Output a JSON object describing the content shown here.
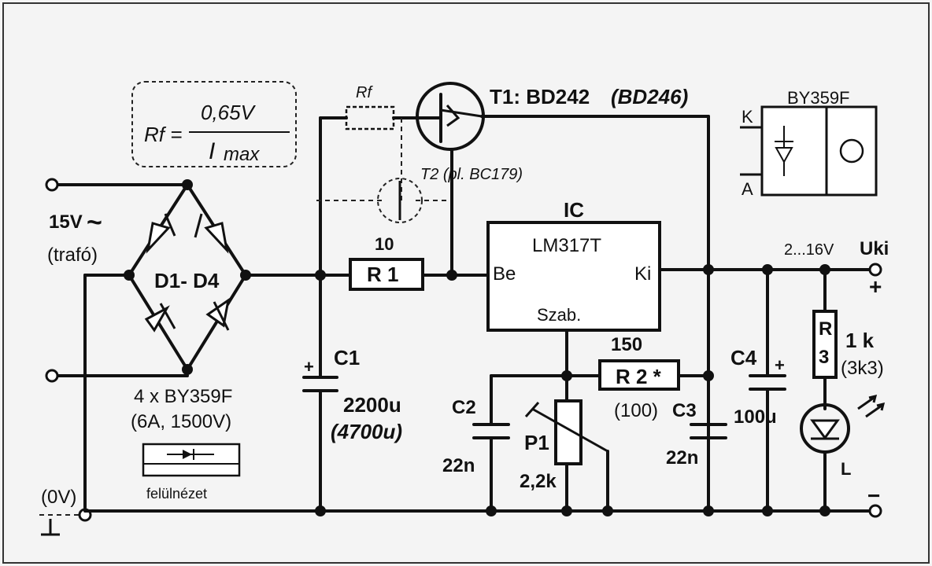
{
  "formula": {
    "lhs": "Rf =",
    "numerator": "0,65V",
    "denominator_main": "I",
    "denominator_sub": "max"
  },
  "transistor1": {
    "label": "T1: BD242",
    "alt": "(BD246)"
  },
  "transistor2": {
    "label": "T2 (pl. BC179)"
  },
  "rf_label": "Rf",
  "diode_part": {
    "title": "BY359F",
    "cathode": "K",
    "anode": "A"
  },
  "input": {
    "voltage": "15V",
    "ac_symbol": "~",
    "source": "(trafó)",
    "ground": "(0V)"
  },
  "bridge": {
    "label": "D1- D4",
    "part": "4 x BY359F",
    "rating": "(6A, 1500V)",
    "view_label": "felülnézet"
  },
  "c1": {
    "name": "C1",
    "value": "2200u",
    "alt": "(4700u)",
    "plus": "+"
  },
  "r1": {
    "name": "R 1",
    "value": "10"
  },
  "ic": {
    "title": "IC",
    "model": "LM317T",
    "in_pin": "Be",
    "out_pin": "Ki",
    "adj_pin": "Szab."
  },
  "r2": {
    "name": "R 2 *",
    "value": "150",
    "alt": "(100)"
  },
  "c2": {
    "name": "C2",
    "value": "22n"
  },
  "c3": {
    "name": "C3",
    "value": "22n"
  },
  "p1": {
    "name": "P1",
    "value": "2,2k"
  },
  "c4": {
    "name": "C4",
    "value": "100u",
    "plus": "+"
  },
  "r3": {
    "name_r": "R",
    "name_n": "3",
    "value": "1 k",
    "alt": "(3k3)"
  },
  "led": {
    "name": "L"
  },
  "output": {
    "range": "2...16V",
    "label": "Uki",
    "plus": "+",
    "minus": "−"
  }
}
